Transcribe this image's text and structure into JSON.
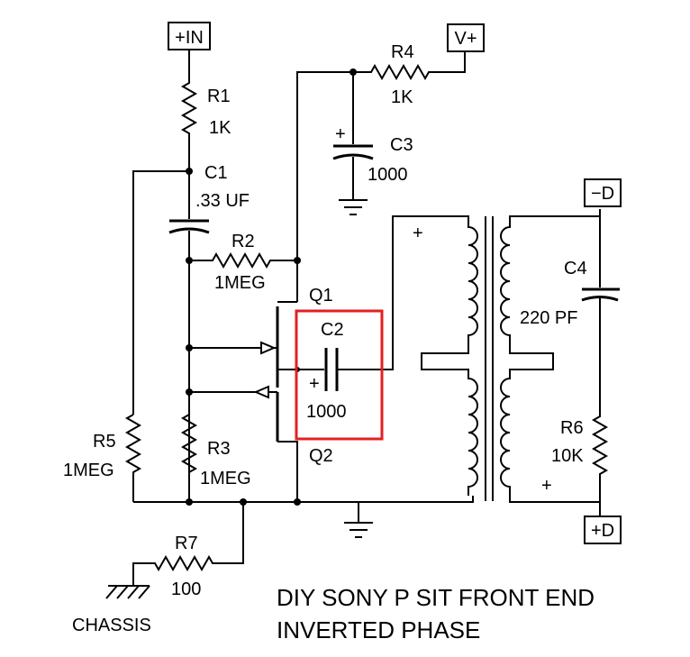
{
  "title": {
    "line1": "DIY SONY P SIT FRONT END",
    "line2": "INVERTED PHASE"
  },
  "terminals": {
    "in_plus": "+IN",
    "v_plus": "V+",
    "d_minus": "−D",
    "d_plus": "+D"
  },
  "components": {
    "r1": {
      "ref": "R1",
      "value": "1K"
    },
    "c1": {
      "ref": "C1",
      "value": ".33 UF"
    },
    "r2": {
      "ref": "R2",
      "value": "1MEG"
    },
    "r3": {
      "ref": "R3",
      "value": "1MEG"
    },
    "r4": {
      "ref": "R4",
      "value": "1K"
    },
    "r5": {
      "ref": "R5",
      "value": "1MEG"
    },
    "r6": {
      "ref": "R6",
      "value": "10K"
    },
    "r7": {
      "ref": "R7",
      "value": "100"
    },
    "c2": {
      "ref": "C2",
      "value": "1000",
      "polarity": "+"
    },
    "c3": {
      "ref": "C3",
      "value": "1000",
      "polarity": "+"
    },
    "c4": {
      "ref": "C4",
      "value": "220 PF"
    },
    "q1": {
      "ref": "Q1"
    },
    "q2": {
      "ref": "Q2"
    }
  },
  "transformer": {
    "primary_polarity": "+",
    "secondary_polarity": "+"
  },
  "chassis_label": "CHASSIS",
  "highlight_color": "#e32020"
}
